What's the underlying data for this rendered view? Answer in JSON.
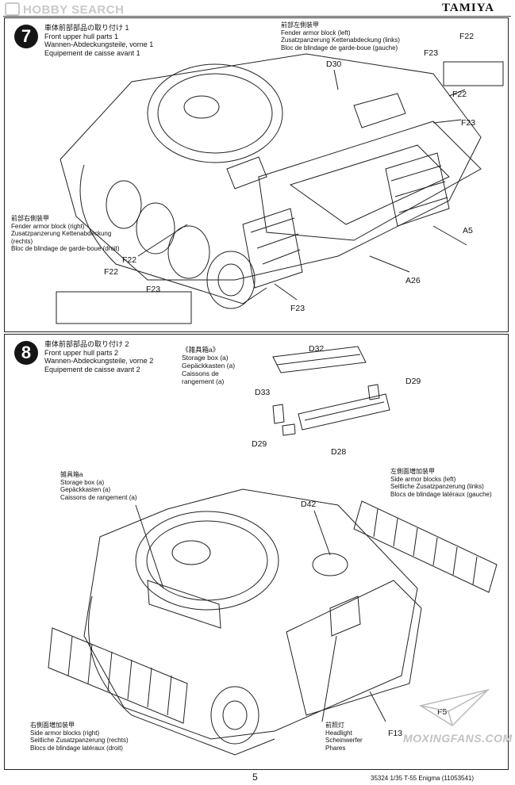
{
  "header": {
    "watermark": "HOBBY SEARCH",
    "brand": "TAMIYA"
  },
  "step7": {
    "number": "7",
    "title": [
      "車体前部部品の取り付け 1",
      "Front upper hull parts 1",
      "Wannen-Abdeckungsteile, vorne 1",
      "Equipement de caisse avant 1"
    ],
    "note_left": [
      "前部左側装甲",
      "Fender armor block (left)",
      "Zusatzpanzerung Kettenabdeckung (links)",
      "Bloc de blindage de garde-boue (gauche)"
    ],
    "note_right": [
      "前部右側装甲",
      "Fender armor block (right)",
      "Zusatzpanzerung Kettenabdeckung",
      "(rechts)",
      "Bloc de blindage de garde-boue (droit)"
    ],
    "labels": {
      "d30": "D30",
      "f22_top": "F22",
      "f23_top": "F23",
      "f22_mid": "F22",
      "f23_mid": "F23",
      "a5": "A5",
      "a26": "A26",
      "f22_left": "F22",
      "f22_inset": "F22",
      "f23_inset": "F23",
      "f23_bottom": "F23"
    }
  },
  "step8": {
    "number": "8",
    "title": [
      "車体前部部品の取り付け 2",
      "Front upper hull parts 2",
      "Wannen-Abdeckungsteile, vorne 2",
      "Equipement de caisse avant 2"
    ],
    "storage_box_top": [
      "《雑具箱a》",
      "Storage box (a)",
      "Gepäckkasten (a)",
      "Caissons de",
      "rangement (a)"
    ],
    "storage_box_side": [
      "雑具箱a",
      "Storage box (a)",
      "Gepäckkasten (a)",
      "Caissons de rangement (a)"
    ],
    "side_left": [
      "左側面増加装甲",
      "Side armor blocks (left)",
      "Seitliche Zusatzpanzerung (links)",
      "Blocs de blindage latéraux (gauche)"
    ],
    "side_right": [
      "右側面増加装甲",
      "Side armor blocks (right)",
      "Seitliche Zusatzpanzerung (rechts)",
      "Blocs de blindage latéraux (droit)"
    ],
    "headlight": [
      "前照灯",
      "Headlight",
      "Scheinwerfer",
      "Phares"
    ],
    "labels": {
      "d32": "D32",
      "d33": "D33",
      "d29_right": "D29",
      "d29_left": "D29",
      "d28": "D28",
      "d42": "D42",
      "f13": "F13",
      "f5_partial": "F5"
    }
  },
  "footer": {
    "page_number": "5",
    "product": "35324  1/35 T-55 Enigma (11053541)",
    "site_watermark": "MOXINGFANS.COM"
  }
}
